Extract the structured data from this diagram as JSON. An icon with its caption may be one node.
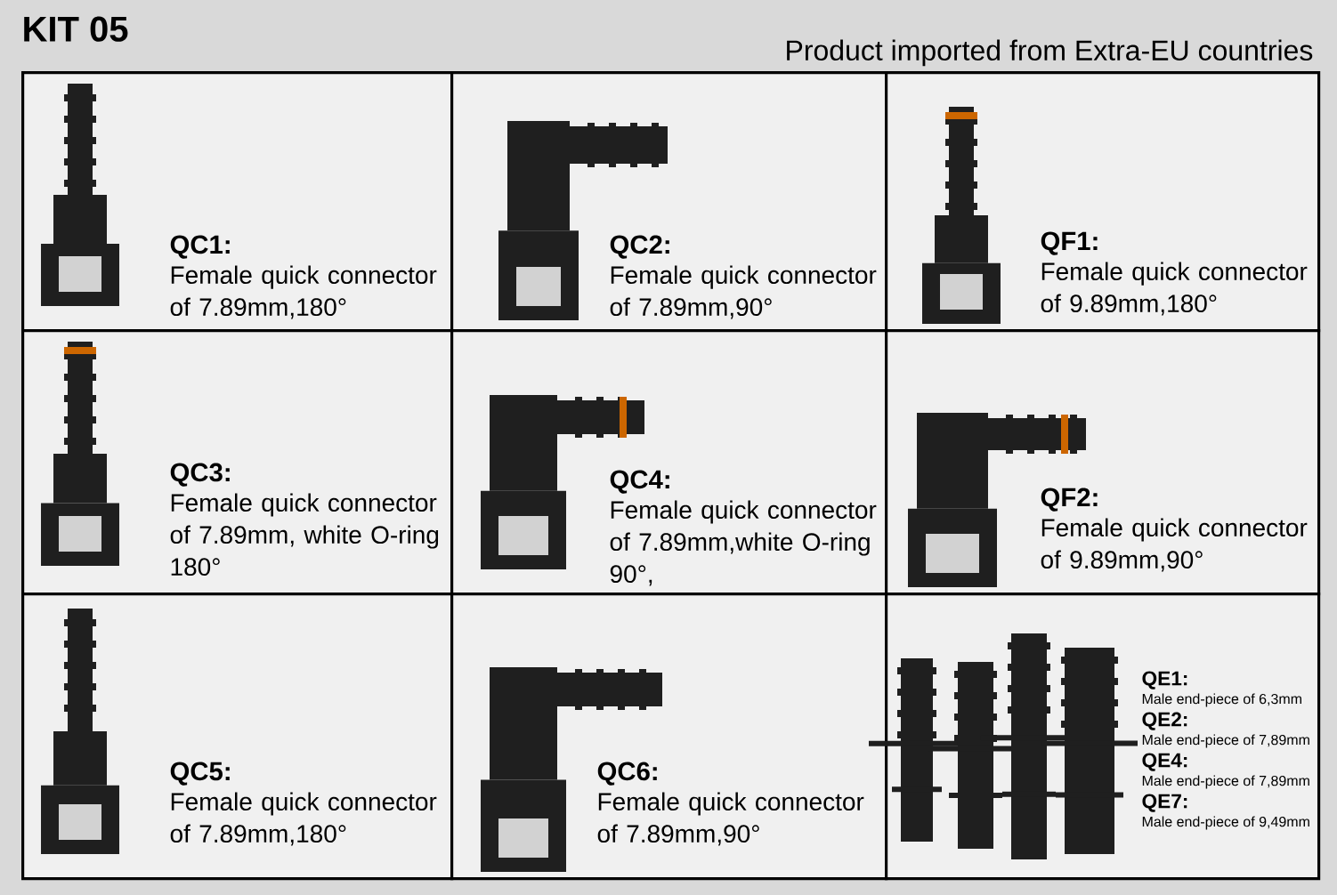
{
  "diagram": {
    "title": "KIT 05",
    "nodes": [
      {
        "text": [
          "QC1:",
          "Female quick connector of 7.89mm,180°"
        ]
      },
      {
        "text": [
          "QC2:",
          "Female quick connector of 7.89mm,90°"
        ]
      },
      {
        "text": [
          "QF1:",
          "Female quick connector of 9.89mm,180°"
        ]
      },
      {
        "text": [
          "QC3:",
          "Female quick connector of 7.89mm, white O-ring 180°"
        ]
      },
      {
        "text": [
          "QC4:",
          "Female quick connector of 7.89mm,white O-ring 90°,"
        ]
      },
      {
        "text": [
          "QF2:",
          "Female quick connector of 9.89mm,90°"
        ]
      },
      {
        "text": [
          "QC5:",
          "Female quick connector of 7.89mm,180°"
        ]
      },
      {
        "text": [
          "QC6:",
          "Female quick connector of 7.89mm,90°"
        ]
      },
      {
        "text": [
          "QE1:",
          "Male end-piece of 6,3mm",
          "QE2:",
          "Male end-piece of 7,89mm",
          "QE4:",
          "Male end-piece of 7,89mm",
          "QE7:",
          "Male end-piece of 9,49mm"
        ]
      }
    ],
    "labels": [
      "Product imported from Extra-EU countries"
    ]
  }
}
